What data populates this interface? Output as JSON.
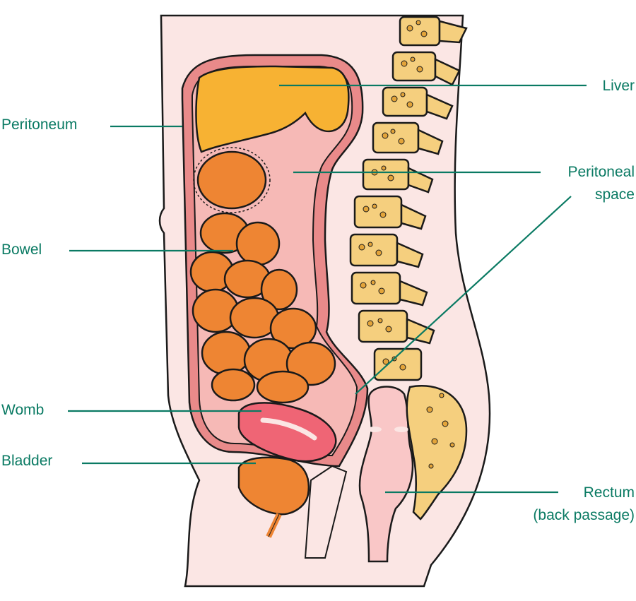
{
  "labels": {
    "peritoneum": "Peritoneum",
    "bowel": "Bowel",
    "womb": "Womb",
    "bladder": "Bladder",
    "liver": "Liver",
    "peritoneal_space_line1": "Peritoneal",
    "peritoneal_space_line2": "space",
    "rectum_line1": "Rectum",
    "rectum_line2": "(back passage)"
  },
  "colors": {
    "label_text": "#0a7a63",
    "leader_line": "#0a7a63",
    "body_skin": "#fbe6e4",
    "peritoneum_lining": "#e98a8a",
    "peritoneal_space": "#f6b9b6",
    "liver": "#f7b233",
    "bowel": "#ee8533",
    "womb": "#ef6575",
    "bladder": "#ee8533",
    "rectum": "#f9c7c7",
    "spine_bone": "#f5cf7e",
    "outline": "#1a1a1a"
  }
}
